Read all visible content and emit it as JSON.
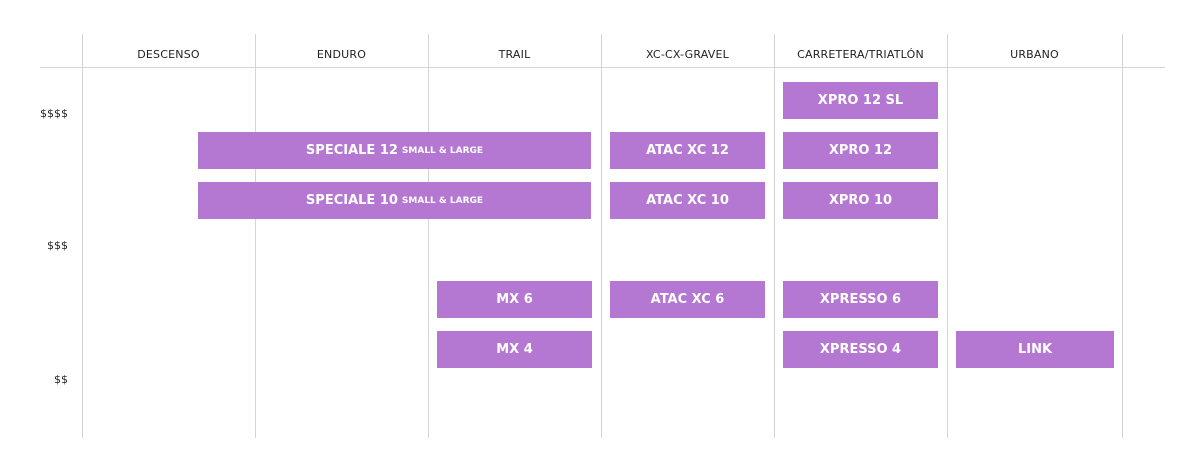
{
  "columns": [
    {
      "label": "DESCENSO"
    },
    {
      "label": "ENDURO"
    },
    {
      "label": "TRAIL"
    },
    {
      "label": "XC-CX-GRAVEL"
    },
    {
      "label": "CARRETERA/TRIATLÓN"
    },
    {
      "label": "URBANO"
    }
  ],
  "price_levels": [
    {
      "label": "$$$$"
    },
    {
      "label": "$$$"
    },
    {
      "label": "$$"
    }
  ],
  "products": [
    {
      "name": "XPRO 12 SL",
      "sub": "",
      "columns": [
        "CARRETERA/TRIATLÓN"
      ],
      "tier_row": 1
    },
    {
      "name": "SPECIALE 12",
      "sub": "SMALL & LARGE",
      "columns": [
        "ENDURO",
        "TRAIL"
      ],
      "tier_row": 2
    },
    {
      "name": "ATAC XC 12",
      "sub": "",
      "columns": [
        "XC-CX-GRAVEL"
      ],
      "tier_row": 2
    },
    {
      "name": "XPRO 12",
      "sub": "",
      "columns": [
        "CARRETERA/TRIATLÓN"
      ],
      "tier_row": 2
    },
    {
      "name": "SPECIALE 10",
      "sub": "SMALL & LARGE",
      "columns": [
        "ENDURO",
        "TRAIL"
      ],
      "tier_row": 3
    },
    {
      "name": "ATAC XC 10",
      "sub": "",
      "columns": [
        "XC-CX-GRAVEL"
      ],
      "tier_row": 3
    },
    {
      "name": "XPRO 10",
      "sub": "",
      "columns": [
        "CARRETERA/TRIATLÓN"
      ],
      "tier_row": 3
    },
    {
      "name": "MX 6",
      "sub": "",
      "columns": [
        "TRAIL"
      ],
      "tier_row": 5
    },
    {
      "name": "ATAC XC 6",
      "sub": "",
      "columns": [
        "XC-CX-GRAVEL"
      ],
      "tier_row": 5
    },
    {
      "name": "XPRESSO 6",
      "sub": "",
      "columns": [
        "CARRETERA/TRIATLÓN"
      ],
      "tier_row": 5
    },
    {
      "name": "MX 4",
      "sub": "",
      "columns": [
        "TRAIL"
      ],
      "tier_row": 6
    },
    {
      "name": "XPRESSO 4",
      "sub": "",
      "columns": [
        "CARRETERA/TRIATLÓN"
      ],
      "tier_row": 6
    },
    {
      "name": "LINK",
      "sub": "",
      "columns": [
        "URBANO"
      ],
      "tier_row": 6
    }
  ],
  "colors": {
    "product_fill": "#b478d2",
    "product_text": "#ffffff",
    "grid_line": "#d4d4d4",
    "label_text": "#222222"
  }
}
